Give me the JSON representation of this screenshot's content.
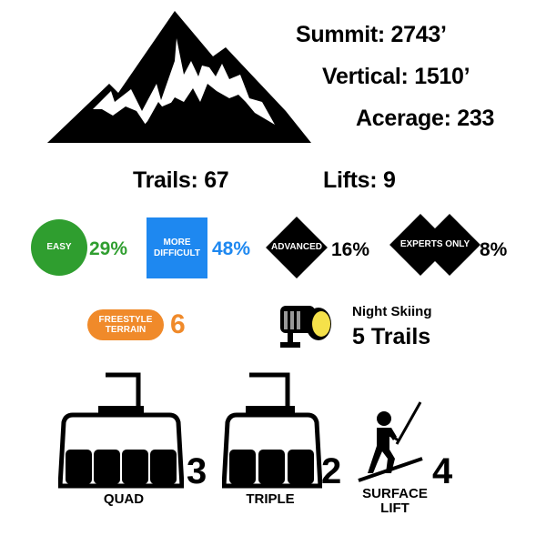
{
  "stats": {
    "summit": "Summit: 2743’",
    "vertical": "Vertical: 1510’",
    "acerage": "Acerage: 233"
  },
  "counts": {
    "trails": "Trails: 67",
    "lifts": "Lifts: 9"
  },
  "difficulty": {
    "easy": {
      "label": "EASY",
      "percent": "29%",
      "color": "#2f9e2f"
    },
    "more_difficult": {
      "label_line1": "MORE",
      "label_line2": "DIFFICULT",
      "percent": "48%",
      "color": "#1e88f0"
    },
    "advanced": {
      "label": "ADVANCED",
      "percent": "16%",
      "color": "#000000"
    },
    "experts_only": {
      "label": "EXPERTS ONLY",
      "percent": "8%",
      "color": "#000000"
    }
  },
  "freestyle": {
    "label_line1": "FREESTYLE",
    "label_line2": "TERRAIN",
    "count": "6",
    "color": "#f08a2a"
  },
  "night_skiing": {
    "title": "Night Skiing",
    "value": "5 Trails",
    "light_color": "#f5e14a"
  },
  "lifts": {
    "quad": {
      "label": "QUAD",
      "count": "3"
    },
    "triple": {
      "label": "TRIPLE",
      "count": "2"
    },
    "surface": {
      "label_line1": "SURFACE",
      "label_line2": "LIFT",
      "count": "4"
    }
  },
  "icons": [
    "mountain-icon",
    "floodlight-icon",
    "gondola-quad-icon",
    "gondola-triple-icon",
    "skier-tow-icon"
  ]
}
